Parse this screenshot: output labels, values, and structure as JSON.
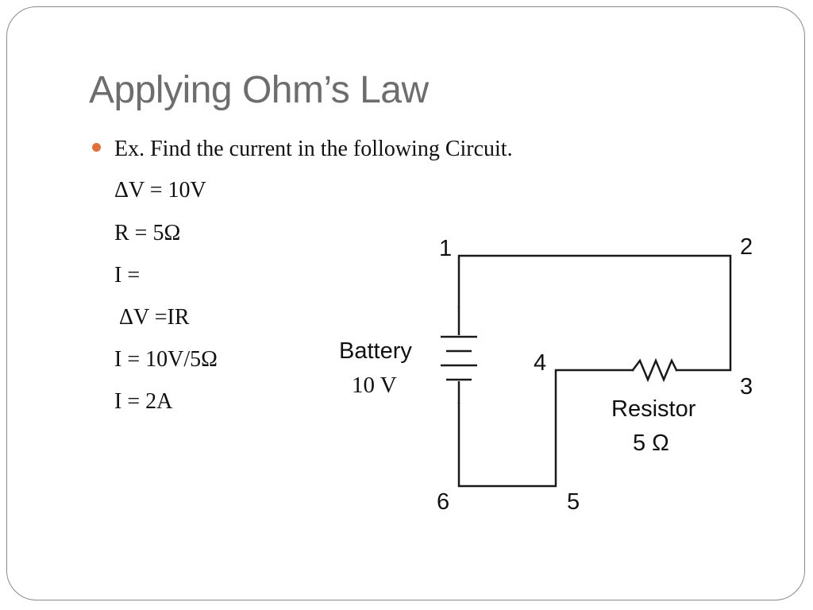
{
  "slide": {
    "title": "Applying Ohm’s Law",
    "bullet_color": "#e0703a",
    "bullet": "Ex. Find the current in the following Circuit.",
    "lines": [
      "ΔV = 10V",
      "R = 5Ω",
      "I =",
      "ΔV =IR",
      "I = 10V/5Ω",
      "I = 2A"
    ]
  },
  "circuit": {
    "nodes": [
      "1",
      "2",
      "3",
      "4",
      "5",
      "6"
    ],
    "battery_label": "Battery",
    "battery_value": "10 V",
    "resistor_label": "Resistor",
    "resistor_value": "5 Ω"
  }
}
